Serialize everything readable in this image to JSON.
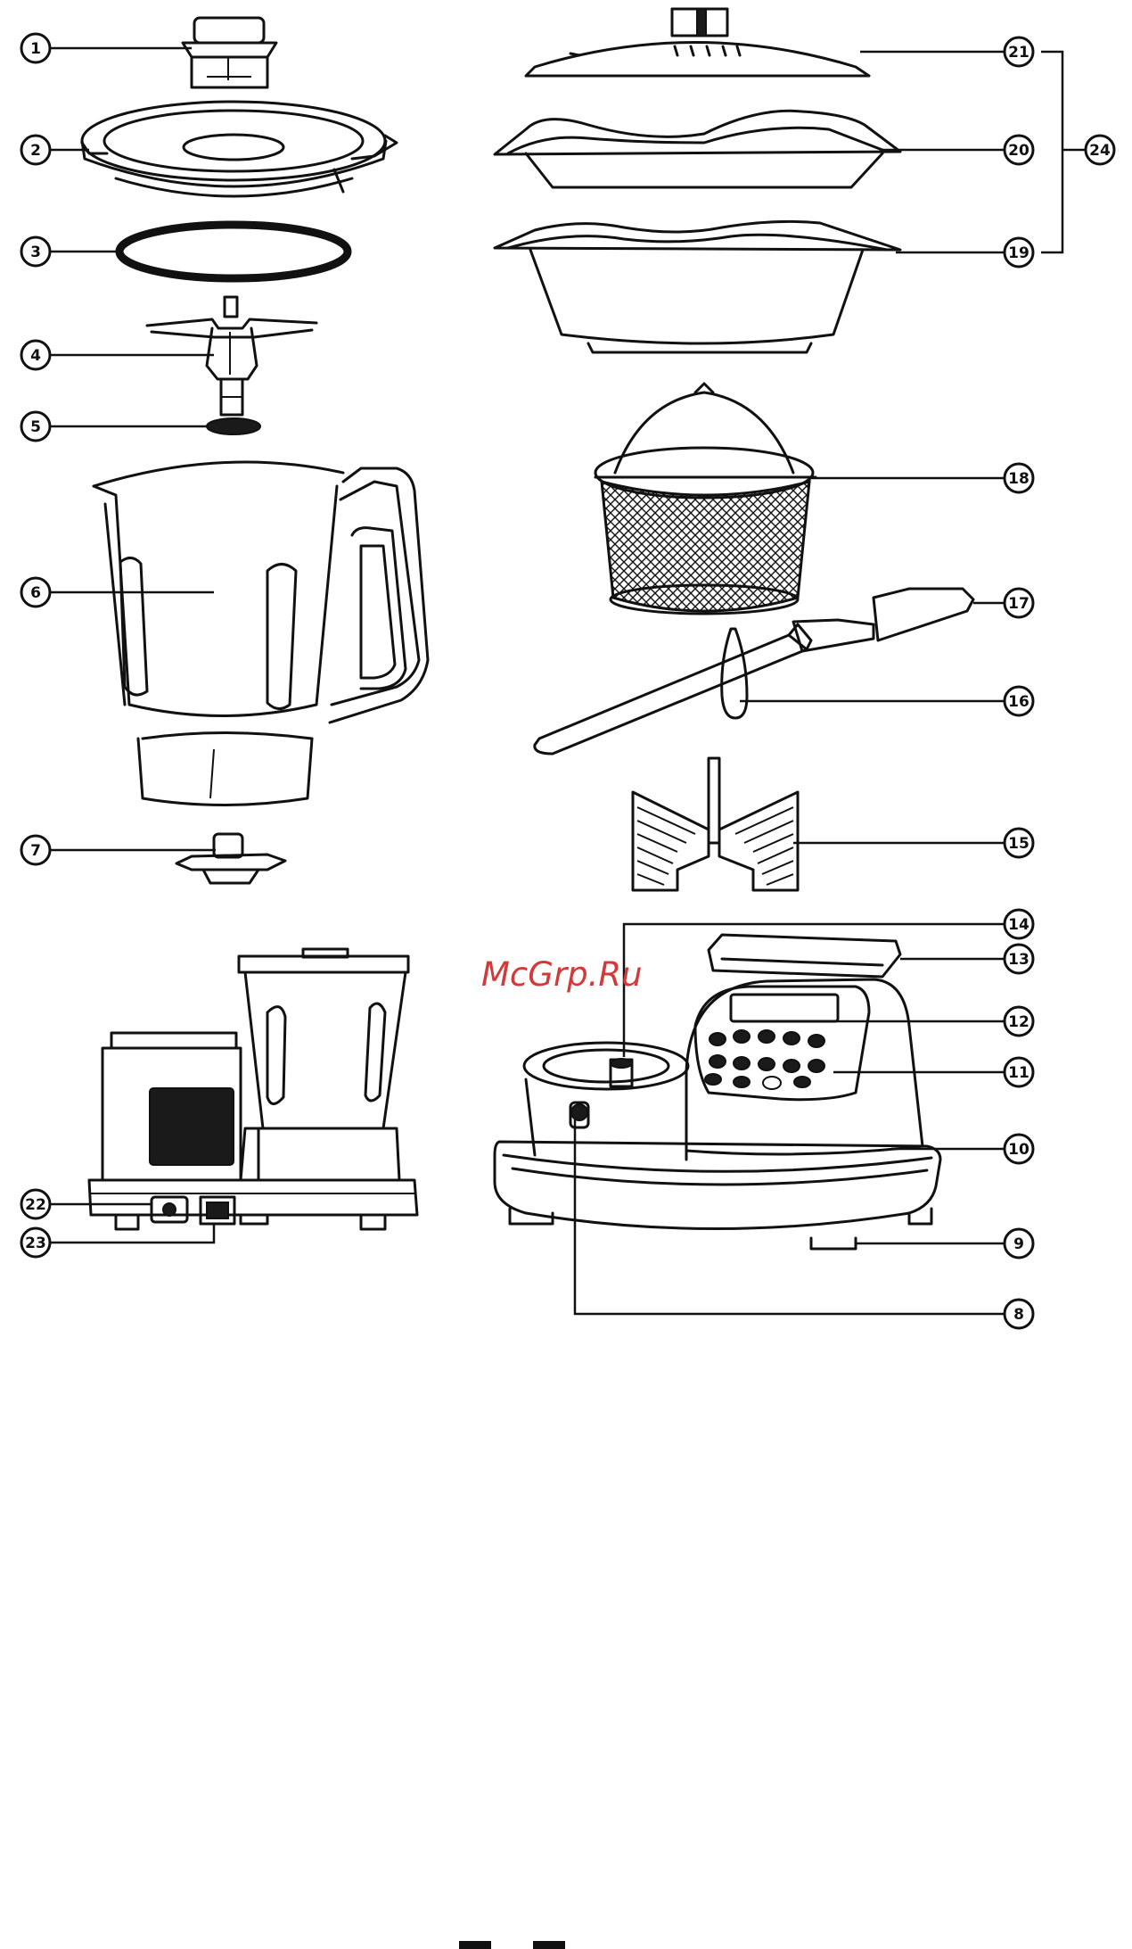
{
  "watermark": "McGrp.Ru",
  "callouts": [
    "1",
    "2",
    "3",
    "4",
    "5",
    "6",
    "7",
    "8",
    "9",
    "10",
    "11",
    "12",
    "13",
    "14",
    "15",
    "16",
    "17",
    "18",
    "19",
    "20",
    "21",
    "22",
    "23",
    "24"
  ]
}
